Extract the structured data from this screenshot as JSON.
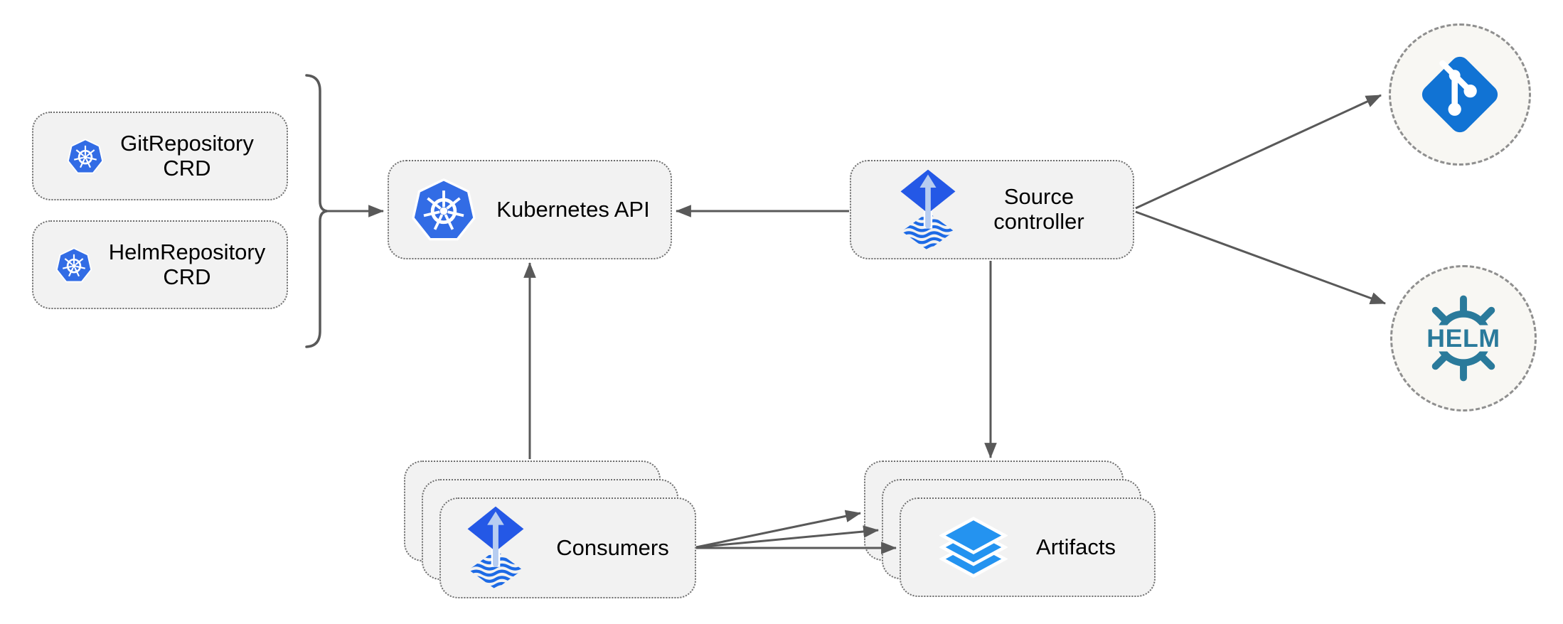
{
  "nodes": {
    "git_repository_crd": {
      "line1": "GitRepository",
      "line2": "CRD",
      "icon": "kubernetes-icon"
    },
    "helm_repository_crd": {
      "line1": "HelmRepository",
      "line2": "CRD",
      "icon": "kubernetes-icon"
    },
    "kubernetes_api": {
      "label": "Kubernetes API",
      "icon": "kubernetes-icon"
    },
    "source_controller": {
      "line1": "Source",
      "line2": "controller",
      "icon": "flux-source-icon"
    },
    "consumers": {
      "label": "Consumers",
      "icon": "flux-source-icon",
      "stacked_count": 3
    },
    "artifacts": {
      "label": "Artifacts",
      "icon": "artifacts-layers-icon",
      "stacked_count": 3
    },
    "git_endpoint": {
      "icon": "git-icon"
    },
    "helm_endpoint": {
      "icon": "helm-icon",
      "logo_text": "HELM"
    }
  },
  "edges": [
    {
      "from": "git_repository_crd + helm_repository_crd",
      "to": "kubernetes_api",
      "via": "bracket",
      "arrow": true
    },
    {
      "from": "source_controller",
      "to": "kubernetes_api",
      "arrow": true
    },
    {
      "from": "consumers",
      "to": "kubernetes_api",
      "arrow": true
    },
    {
      "from": "source_controller",
      "to": "artifacts",
      "arrow": true
    },
    {
      "from": "source_controller",
      "to": "git_endpoint",
      "arrow": true
    },
    {
      "from": "source_controller",
      "to": "helm_endpoint",
      "arrow": true
    },
    {
      "from": "consumers",
      "to": "artifacts",
      "arrow": true,
      "count": 3
    }
  ],
  "colors": {
    "box_fill": "#f2f2f2",
    "box_border": "#6e6e6e",
    "arrow": "#595959",
    "kubernetes_blue": "#326ce5",
    "flux_blue": "#2458e6",
    "flux_arrow_light": "#b7cdf1",
    "git_blue": "#1173d4",
    "helm_teal": "#2a7a9b",
    "layers_blue": "#2493f0",
    "circle_fill": "#f8f7f3",
    "circle_border": "#8f8f8f",
    "text": "#000000"
  }
}
